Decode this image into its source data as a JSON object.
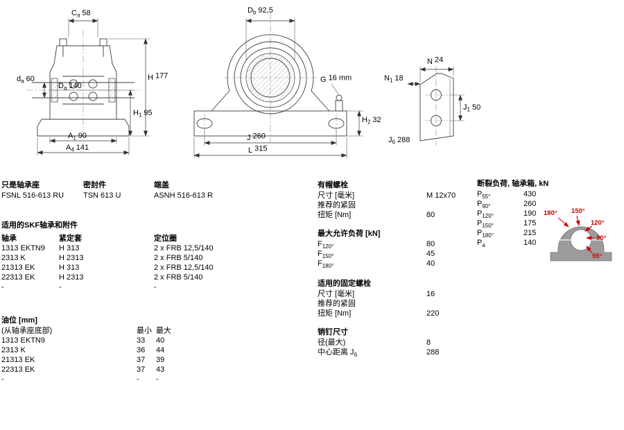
{
  "colors": {
    "red_accent": "#cc0000",
    "line": "#3c3c3c",
    "housing_gray": "#9c9c9c"
  },
  "drawing_left": {
    "dims": {
      "Ca": {
        "main": "C",
        "sub": "a",
        "value": "58"
      },
      "da": {
        "main": "d",
        "sub": "a",
        "value": "60"
      },
      "Da": {
        "main": "D",
        "sub": "a",
        "value": "140"
      },
      "H": {
        "main": "H",
        "sub": "",
        "value": "177"
      },
      "H1": {
        "main": "H",
        "sub": "1",
        "value": "95"
      },
      "A1": {
        "main": "A",
        "sub": "1",
        "value": "90"
      },
      "A4": {
        "main": "A",
        "sub": "4",
        "value": "141"
      }
    }
  },
  "drawing_front": {
    "dims": {
      "Db": {
        "main": "D",
        "sub": "b",
        "value": "92,5"
      },
      "G": {
        "main": "G",
        "sub": "",
        "value": "16 mm"
      },
      "H2": {
        "main": "H",
        "sub": "2",
        "value": "32"
      },
      "J": {
        "main": "J",
        "sub": "",
        "value": "260"
      },
      "L": {
        "main": "L",
        "sub": "",
        "value": "315"
      }
    }
  },
  "drawing_plate": {
    "dims": {
      "N": {
        "main": "N",
        "sub": "",
        "value": "24"
      },
      "N1": {
        "main": "N",
        "sub": "1",
        "value": "18"
      },
      "J1": {
        "main": "J",
        "sub": "1",
        "value": "50"
      },
      "J6": {
        "main": "J",
        "sub": "6",
        "value": "288"
      }
    }
  },
  "housing_section": {
    "col1": {
      "header": "只是轴承座",
      "value": "FSNL 516-613 RU"
    },
    "col2": {
      "header": "密封件",
      "value": "TSN 613 U"
    },
    "col3": {
      "header": "端盖",
      "value": "ASNH 516-613 R"
    }
  },
  "bearings_section": {
    "title": "适用的SKF轴承和附件",
    "headers": {
      "bearing": "轴承",
      "sleeve": "紧定套",
      "ring": "定位圈"
    },
    "rows": [
      {
        "bearing": "1313 EKTN9",
        "sleeve": "H 313",
        "ring": "2 x FRB 12,5/140"
      },
      {
        "bearing": "2313 K",
        "sleeve": "H 2313",
        "ring": "2 x FRB 5/140"
      },
      {
        "bearing": "21313 EK",
        "sleeve": "H 313",
        "ring": "2 x FRB 12,5/140"
      },
      {
        "bearing": "22313 EK",
        "sleeve": "H 2313",
        "ring": "2 x FRB 5/140"
      },
      {
        "bearing": "-",
        "sleeve": "-",
        "ring": "-"
      }
    ]
  },
  "oil_section": {
    "title": "油位 [mm]",
    "subtitle": "(从轴承座底部)",
    "headers": {
      "min": "最小",
      "max": "最大"
    },
    "rows": [
      {
        "bearing": "1313 EKTN9",
        "min": "33",
        "max": "40"
      },
      {
        "bearing": "2313 K",
        "min": "36",
        "max": "44"
      },
      {
        "bearing": "21313 EK",
        "min": "37",
        "max": "39"
      },
      {
        "bearing": "22313 EK",
        "min": "37",
        "max": "43"
      },
      {
        "bearing": "-",
        "min": "-",
        "max": "-"
      }
    ]
  },
  "attachment_bolts": {
    "title": "有帽螺栓",
    "size_label": "尺寸 [毫米]",
    "size_value": "M 12x70",
    "rec_label": "推荐的紧固",
    "torque_label": "扭矩 [Nm]",
    "torque_value": "80"
  },
  "max_load": {
    "title": "最大允许负荷 [kN]",
    "rows": [
      {
        "main": "F",
        "sub": "120°",
        "value": "80"
      },
      {
        "main": "F",
        "sub": "150°",
        "value": "45"
      },
      {
        "main": "F",
        "sub": "180°",
        "value": "40"
      }
    ]
  },
  "fixing_bolts": {
    "title": "适用的固定螺栓",
    "size_label": "尺寸 [毫米]",
    "size_value": "16",
    "rec_label": "推荐的紧固",
    "torque_label": "扭矩 [Nm]",
    "torque_value": "220"
  },
  "pin_dims": {
    "title": "销钉尺寸",
    "dia_label": "径(最大)",
    "dia_value": "8",
    "center_label": "中心距离 J",
    "center_sub": "6",
    "center_value": "288"
  },
  "breaking_load": {
    "title": "断裂负荷, 轴承箱, kN",
    "rows": [
      {
        "main": "P",
        "sub": "55°",
        "value": "430"
      },
      {
        "main": "P",
        "sub": "90°",
        "value": "260"
      },
      {
        "main": "P",
        "sub": "120°",
        "value": "190"
      },
      {
        "main": "P",
        "sub": "150°",
        "value": "175"
      },
      {
        "main": "P",
        "sub": "180°",
        "value": "215"
      },
      {
        "main": "P",
        "sub": "a",
        "value": "140"
      }
    ]
  },
  "load_diagram": {
    "labels": [
      "180°",
      "150°",
      "120°",
      "90°",
      "55°"
    ]
  }
}
